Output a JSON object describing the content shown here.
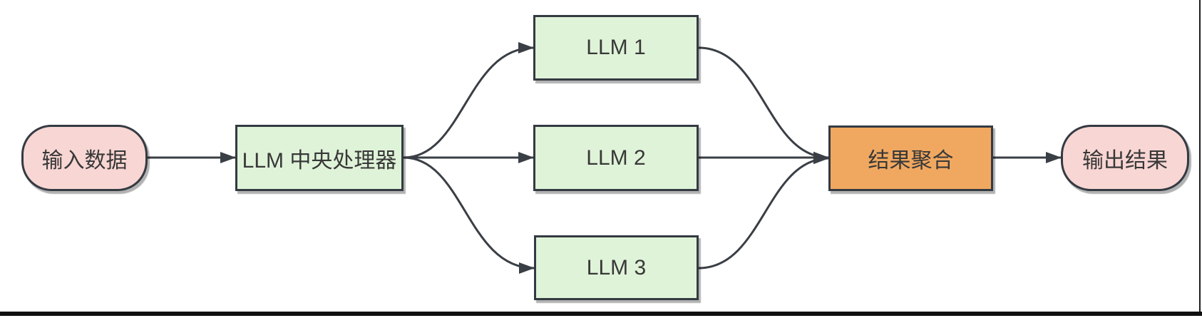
{
  "diagram": {
    "nodes": {
      "input": {
        "label": "输入数据",
        "shape": "pill",
        "fill": "#f8d6d3"
      },
      "processor": {
        "label": "LLM 中央处理器",
        "shape": "rect",
        "fill": "#dff3d8"
      },
      "llm1": {
        "label": "LLM 1",
        "shape": "rect",
        "fill": "#dff3d8"
      },
      "llm2": {
        "label": "LLM 2",
        "shape": "rect",
        "fill": "#dff3d8"
      },
      "llm3": {
        "label": "LLM 3",
        "shape": "rect",
        "fill": "#dff3d8"
      },
      "aggregator": {
        "label": "结果聚合",
        "shape": "rect",
        "fill": "#f0a860"
      },
      "output": {
        "label": "输出结果",
        "shape": "pill",
        "fill": "#f8d6d3"
      }
    },
    "edges": [
      {
        "from": "input",
        "to": "processor"
      },
      {
        "from": "processor",
        "to": "llm1"
      },
      {
        "from": "processor",
        "to": "llm2"
      },
      {
        "from": "processor",
        "to": "llm3"
      },
      {
        "from": "llm1",
        "to": "aggregator"
      },
      {
        "from": "llm2",
        "to": "aggregator"
      },
      {
        "from": "llm3",
        "to": "aggregator"
      },
      {
        "from": "aggregator",
        "to": "output"
      }
    ],
    "colors": {
      "node_stroke": "#343a42",
      "edge_stroke": "#3a3f45",
      "text": "#383838",
      "background": "#ffffff"
    }
  }
}
